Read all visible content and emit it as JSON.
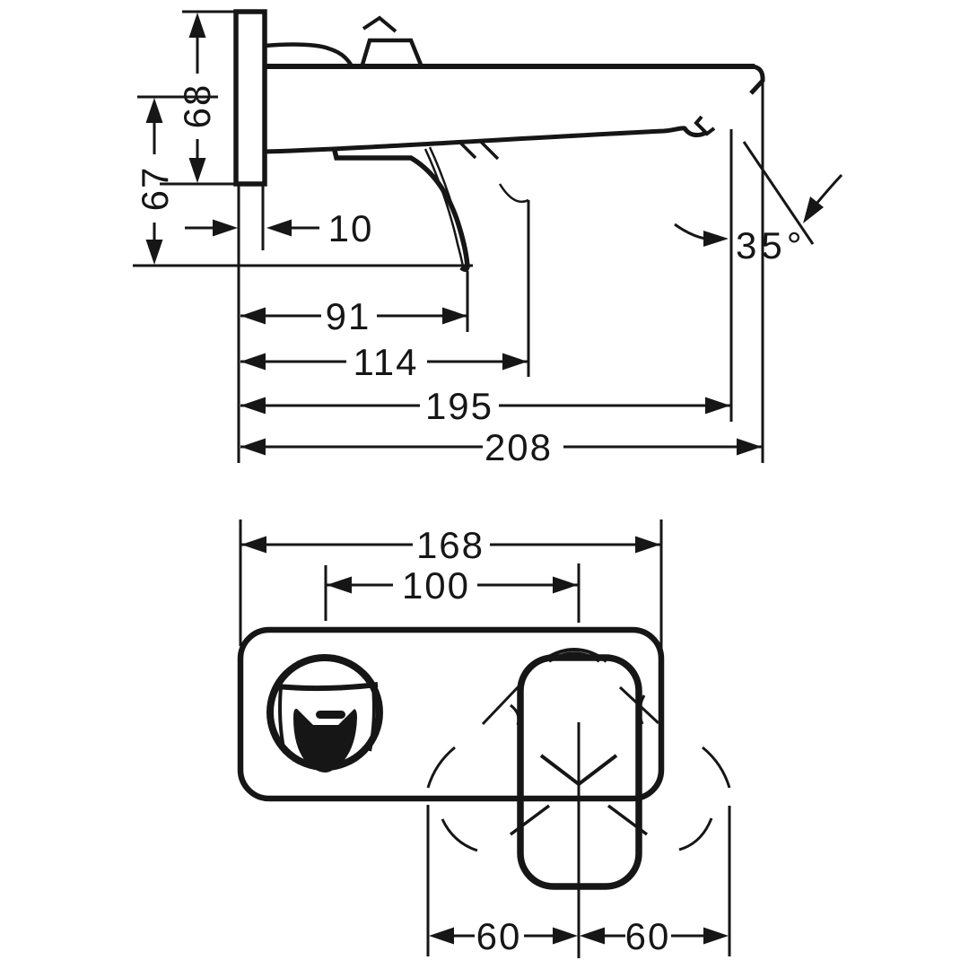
{
  "drawing_colors": {
    "line": "#161616",
    "background": "#ffffff"
  },
  "side_view": {
    "dims": {
      "plate_height": "68",
      "outlet_drop": "67",
      "plate_thickness": "10",
      "handle_projection": "91",
      "body_projection": "114",
      "aerator_projection": "195",
      "spout_projection": "208",
      "spout_angle": "35°"
    }
  },
  "front_view": {
    "dims": {
      "plate_width": "168",
      "hole_spacing": "100",
      "clearance_left": "60",
      "clearance_right": "60"
    }
  }
}
